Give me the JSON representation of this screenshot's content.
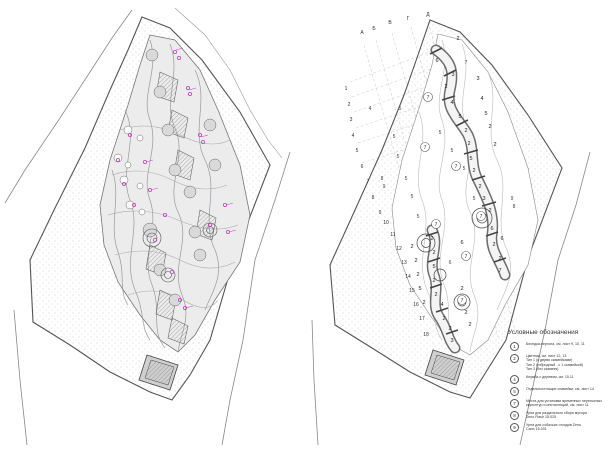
{
  "cols": [
    "А",
    "Б",
    "В",
    "Г",
    "Д"
  ],
  "rows": [
    "1",
    "2",
    "3",
    "4",
    "5",
    "6",
    "7",
    "8",
    "9",
    "10",
    "11",
    "12",
    "13",
    "14",
    "15",
    "16",
    "17",
    "18"
  ],
  "blocks_right": [
    "6",
    "3",
    "2",
    "4",
    "5",
    "2",
    "2",
    "5",
    "2",
    "2",
    "3",
    "2",
    "6",
    "2",
    "2",
    "7",
    "2",
    "3",
    "4",
    "5",
    "2",
    "2",
    "6"
  ],
  "blocks_left": [
    "2",
    "2",
    "5",
    "2",
    "2",
    "4",
    "2",
    "2",
    "3",
    "2",
    "2",
    "2",
    "5",
    "2",
    "2",
    "2",
    "2",
    "6"
  ],
  "side_labels": [
    "5",
    "5",
    "5",
    "5",
    "5",
    "5",
    "5",
    "5",
    "5",
    "5",
    "4",
    "8",
    "9",
    "9",
    "8",
    "7",
    "6"
  ],
  "circle_labels": [
    "7",
    "7",
    "7",
    "7",
    "7",
    "7",
    "7"
  ],
  "legend": {
    "title": "Условные обозначения",
    "items": [
      {
        "n": "1",
        "lines": [
          "Беседка-пергола, см. лист 9, 10, 11"
        ]
      },
      {
        "n": "2",
        "lines": [
          "Цветник, см. лист 12, 13",
          "Тип 1 (с двумя скамейками)",
          "Тип 2 (гибридный - с 1 скамейкой)",
          "Тип 3 (без скамеек)"
        ]
      },
      {
        "n": "4",
        "lines": [
          "Клумба с деревом, см. 15,11"
        ]
      },
      {
        "n": "5",
        "lines": [
          "Отдельностоящие скамейки, см. лист 14"
        ]
      },
      {
        "n": "7",
        "lines": [
          "Места для установки временных переносных",
          "скульптур и инсталляций, см. лист 11"
        ]
      },
      {
        "n": "8",
        "lines": [
          "Урна для раздельного сбора мусора",
          "Zeno Flash 15-025"
        ]
      },
      {
        "n": "9",
        "lines": [
          "Урна для собачьих отходов Zeno",
          "Cano 16-001"
        ]
      }
    ]
  }
}
